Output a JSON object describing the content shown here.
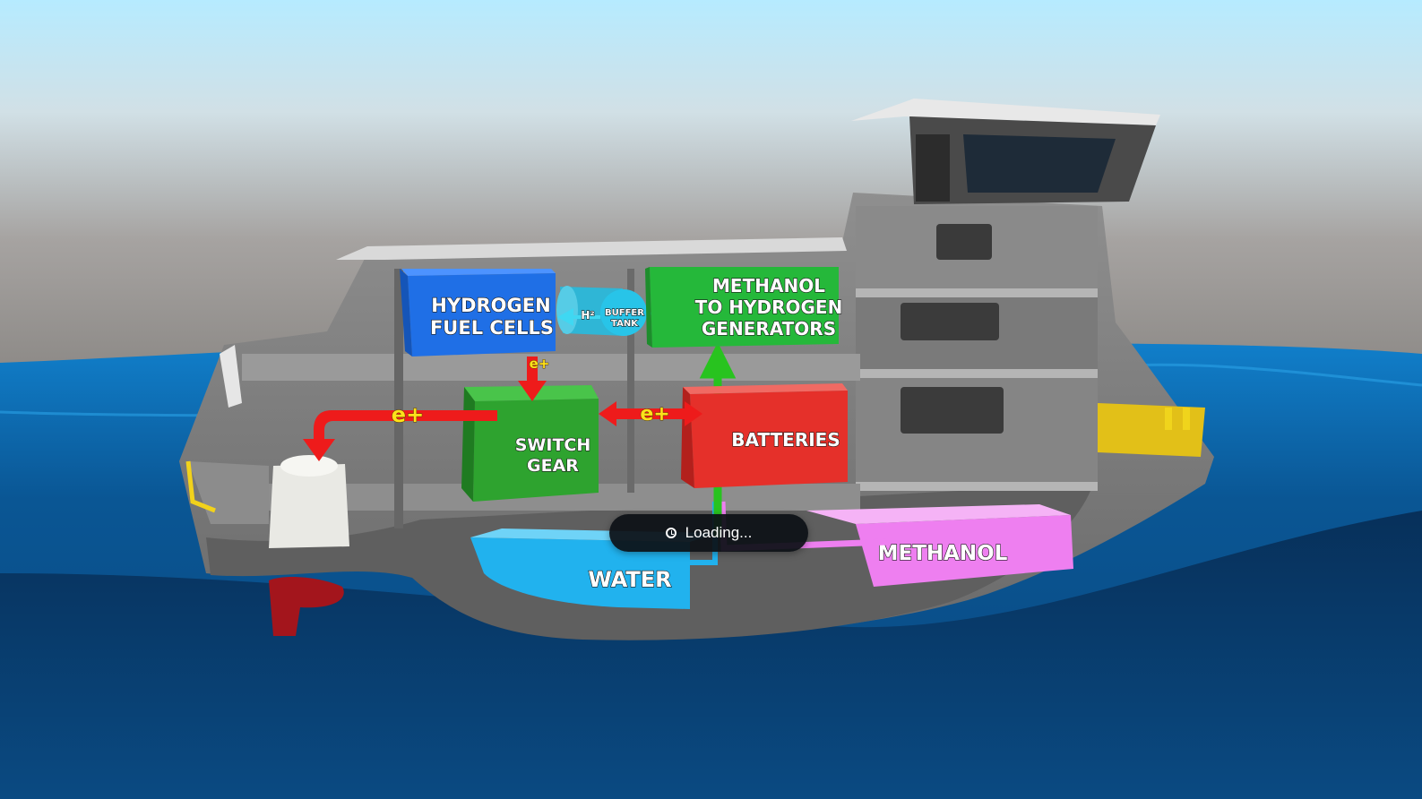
{
  "diagram": {
    "components": {
      "hydrogen_fuel_cells": [
        "HYDROGEN",
        "FUEL CELLS"
      ],
      "methanol_to_hydrogen": [
        "METHANOL",
        "TO HYDROGEN",
        "GENERATORS"
      ],
      "buffer_tank": [
        "BUFFER",
        "TANK"
      ],
      "switch_gear": [
        "SWITCH",
        "GEAR"
      ],
      "batteries": "BATTERIES",
      "water": "WATER",
      "methanol": "METHANOL"
    },
    "flows": {
      "h2_label": "H²",
      "electron_label": "e+"
    },
    "colors": {
      "fuel_cells": "#1f6fe6",
      "generators": "#25b83a",
      "switch_gear": "#2ea32f",
      "batteries": "#e5302a",
      "water": "#21b2ee",
      "methanol": "#ee7ff0",
      "hydrogen_flow": "#3fd8f2",
      "electric_flow": "#ee1b1b",
      "methanol_flow": "#28c31f",
      "sea": "#0d5fa6",
      "hull": "#7b7b7b"
    }
  },
  "status": {
    "loading_text": "Loading...",
    "icon": "clock-icon"
  }
}
